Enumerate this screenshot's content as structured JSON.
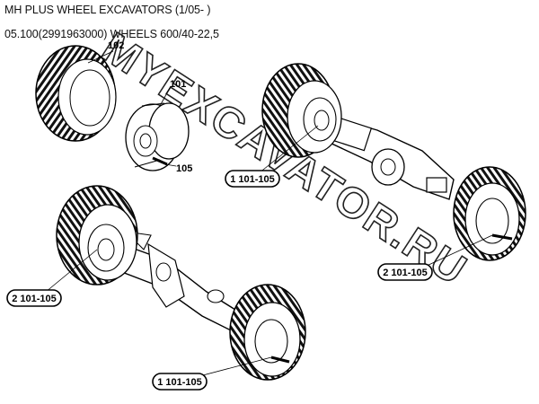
{
  "header": {
    "title": "MH PLUS WHEEL EXCAVATORS (1/05- )",
    "subtitle": "05.100(2991963000) WHEELS 600/40-22,5"
  },
  "callouts": {
    "p102": "102",
    "p101": "101",
    "p105": "105",
    "ref_rear_axle": "1 101-105",
    "ref_rear_wheel": "2 101-105",
    "ref_front_axle_left": "2 101-105",
    "ref_front_axle_right": "1 101-105"
  },
  "watermark": "MYEXCAVATOR.RU"
}
